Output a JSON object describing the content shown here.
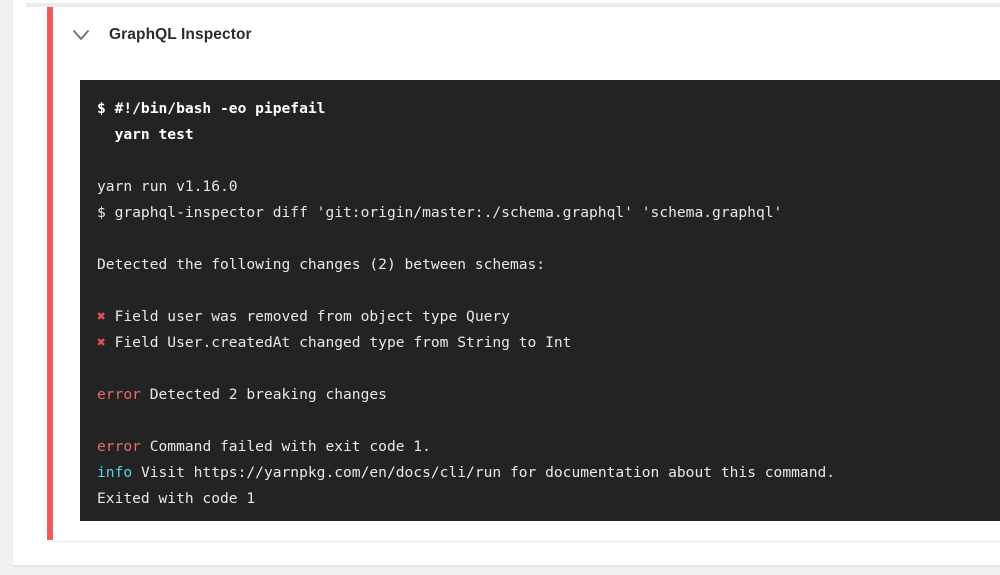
{
  "job": {
    "collapse_icon": "chevron-down-icon",
    "title": "GraphQL Inspector"
  },
  "terminal": {
    "background_color": "#232323",
    "default_text_color": "#e8e8e8",
    "error_color": "#e86a6a",
    "info_color": "#56d4dd",
    "cross_color": "#e8524f",
    "lines": [
      {
        "type": "command",
        "text": "$ #!/bin/bash -eo pipefail"
      },
      {
        "type": "command",
        "text": "  yarn test"
      },
      {
        "type": "blank",
        "text": ""
      },
      {
        "type": "output",
        "text": "yarn run v1.16.0"
      },
      {
        "type": "output",
        "text": "$ graphql-inspector diff 'git:origin/master:./schema.graphql' 'schema.graphql'"
      },
      {
        "type": "blank",
        "text": ""
      },
      {
        "type": "output",
        "text": "Detected the following changes (2) between schemas:"
      },
      {
        "type": "blank",
        "text": ""
      },
      {
        "type": "change",
        "marker": "✖",
        "text": " Field user was removed from object type Query"
      },
      {
        "type": "change",
        "marker": "✖",
        "text": " Field User.createdAt changed type from String to Int"
      },
      {
        "type": "blank",
        "text": ""
      },
      {
        "type": "error",
        "label": "error",
        "text": " Detected 2 breaking changes"
      },
      {
        "type": "blank",
        "text": ""
      },
      {
        "type": "error",
        "label": "error",
        "text": " Command failed with exit code 1."
      },
      {
        "type": "info",
        "label": "info",
        "text": " Visit https://yarnpkg.com/en/docs/cli/run for documentation about this command."
      },
      {
        "type": "output",
        "text": "Exited with code 1"
      }
    ]
  },
  "accent": {
    "color": "#ee5a5a"
  }
}
